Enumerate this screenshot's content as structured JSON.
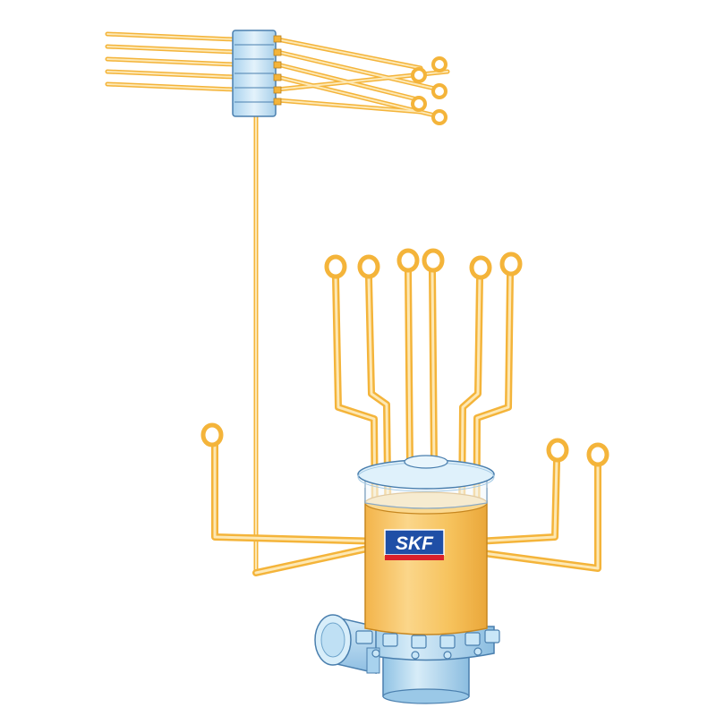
{
  "diagram": {
    "logo_text": "SKF",
    "colors": {
      "background": "#ffffff",
      "line_outer": "#f4b43a",
      "line_inner": "#fde8b4",
      "reservoir_fill": "#f7c35c",
      "reservoir_band": "#f3a93a",
      "pump_base": "#aed6f0",
      "pump_shadow": "#6fa5cc",
      "lid_glass": "#dff1fb",
      "distributor": "#c4e2f4",
      "skf_blue": "#1f4fa6",
      "skf_red": "#d9202a"
    },
    "lubrication_points": {
      "main_line_points": 10,
      "secondary_distributor_points": 6
    }
  }
}
